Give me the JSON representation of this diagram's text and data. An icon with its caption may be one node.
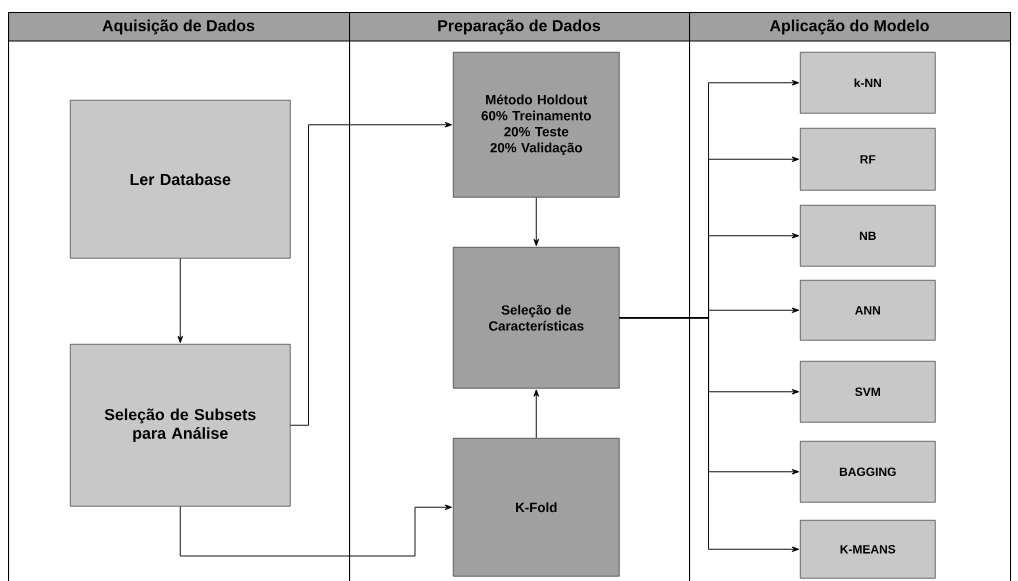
{
  "diagram": {
    "nodes": [
      {
        "text": [
          "Aquisição de Dados"
        ]
      },
      {
        "text": [
          "Preparação de Dados"
        ]
      },
      {
        "text": [
          "Aplicação do Modelo"
        ]
      },
      {
        "text": [
          "Ler Database"
        ],
        "in": 0
      },
      {
        "text": [
          "Seleção de Subsets para Análise"
        ],
        "in": 0
      },
      {
        "text": [
          "Método Holdout",
          "60% Treinamento",
          "20% Teste",
          "20% Validação"
        ],
        "in": 1
      },
      {
        "text": [
          "Seleção de Características"
        ],
        "in": 1
      },
      {
        "text": [
          "K-Fold"
        ],
        "in": 1
      },
      {
        "text": [
          "k-NN"
        ],
        "in": 2
      },
      {
        "text": [
          "RF"
        ],
        "in": 2
      },
      {
        "text": [
          "NB"
        ],
        "in": 2
      },
      {
        "text": [
          "ANN"
        ],
        "in": 2
      },
      {
        "text": [
          "SVM"
        ],
        "in": 2
      },
      {
        "text": [
          "BAGGING"
        ],
        "in": 2
      },
      {
        "text": [
          "K-MEANS"
        ],
        "in": 2
      }
    ],
    "edges": [
      {
        "from": 3,
        "to": 4,
        "arrow": "to"
      },
      {
        "from": 4,
        "to": 5,
        "arrow": "to"
      },
      {
        "from": 4,
        "to": 7,
        "arrow": "to"
      },
      {
        "from": 5,
        "to": 6,
        "arrow": "to"
      },
      {
        "from": 7,
        "to": 6,
        "arrow": "to"
      },
      {
        "from": 6,
        "to": 8,
        "arrow": "to"
      },
      {
        "from": 6,
        "to": 9,
        "arrow": "to"
      },
      {
        "from": 6,
        "to": 10,
        "arrow": "to"
      },
      {
        "from": 6,
        "to": 11,
        "arrow": "to"
      },
      {
        "from": 6,
        "to": 12,
        "arrow": "to"
      },
      {
        "from": 6,
        "to": 13,
        "arrow": "to"
      },
      {
        "from": 6,
        "to": 14,
        "arrow": "to"
      }
    ]
  }
}
